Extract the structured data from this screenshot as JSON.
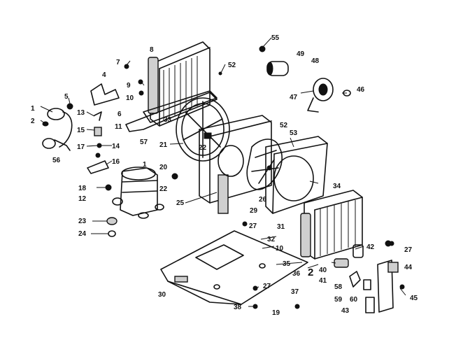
{
  "diagram": {
    "callouts": [
      {
        "id": "c55",
        "text": "55"
      },
      {
        "id": "c49",
        "text": "49"
      },
      {
        "id": "c48",
        "text": "48"
      },
      {
        "id": "c8",
        "text": "8"
      },
      {
        "id": "c7",
        "text": "7"
      },
      {
        "id": "c9",
        "text": "9"
      },
      {
        "id": "c10a",
        "text": "10"
      },
      {
        "id": "c52a",
        "text": "52"
      },
      {
        "id": "c4",
        "text": "4"
      },
      {
        "id": "c5",
        "text": "5"
      },
      {
        "id": "c1a",
        "text": "1"
      },
      {
        "id": "c2",
        "text": "2"
      },
      {
        "id": "c56",
        "text": "56"
      },
      {
        "id": "c13",
        "text": "13"
      },
      {
        "id": "c6",
        "text": "6"
      },
      {
        "id": "c11",
        "text": "11"
      },
      {
        "id": "c57",
        "text": "57"
      },
      {
        "id": "c15",
        "text": "15"
      },
      {
        "id": "c17",
        "text": "17"
      },
      {
        "id": "c14",
        "text": "14"
      },
      {
        "id": "c16",
        "text": "16"
      },
      {
        "id": "c33",
        "text": "33"
      },
      {
        "id": "c21",
        "text": "21"
      },
      {
        "id": "c22a",
        "text": "22"
      },
      {
        "id": "c47",
        "text": "47"
      },
      {
        "id": "c46",
        "text": "46"
      },
      {
        "id": "c52b",
        "text": "52"
      },
      {
        "id": "c53",
        "text": "53"
      },
      {
        "id": "c1b",
        "text": "1"
      },
      {
        "id": "c20",
        "text": "20"
      },
      {
        "id": "c18",
        "text": "18"
      },
      {
        "id": "c12",
        "text": "12"
      },
      {
        "id": "c22b",
        "text": "22"
      },
      {
        "id": "c25",
        "text": "25"
      },
      {
        "id": "c26",
        "text": "26"
      },
      {
        "id": "c29",
        "text": "29"
      },
      {
        "id": "c34",
        "text": "34"
      },
      {
        "id": "c23",
        "text": "23"
      },
      {
        "id": "c24",
        "text": "24"
      },
      {
        "id": "c27a",
        "text": "27"
      },
      {
        "id": "c31",
        "text": "31"
      },
      {
        "id": "c32",
        "text": "32"
      },
      {
        "id": "c10b",
        "text": "10"
      },
      {
        "id": "c42",
        "text": "42"
      },
      {
        "id": "c27b",
        "text": "27"
      },
      {
        "id": "c35",
        "text": "35"
      },
      {
        "id": "c36",
        "text": "36"
      },
      {
        "id": "c2b",
        "text": "2"
      },
      {
        "id": "c40",
        "text": "40"
      },
      {
        "id": "c44",
        "text": "44"
      },
      {
        "id": "c41",
        "text": "41"
      },
      {
        "id": "c30",
        "text": "30"
      },
      {
        "id": "c27c",
        "text": "27"
      },
      {
        "id": "c37",
        "text": "37"
      },
      {
        "id": "c58",
        "text": "58"
      },
      {
        "id": "c45",
        "text": "45"
      },
      {
        "id": "c59",
        "text": "59"
      },
      {
        "id": "c60",
        "text": "60"
      },
      {
        "id": "c43",
        "text": "43"
      },
      {
        "id": "c38",
        "text": "38"
      },
      {
        "id": "c19",
        "text": "19"
      }
    ]
  }
}
